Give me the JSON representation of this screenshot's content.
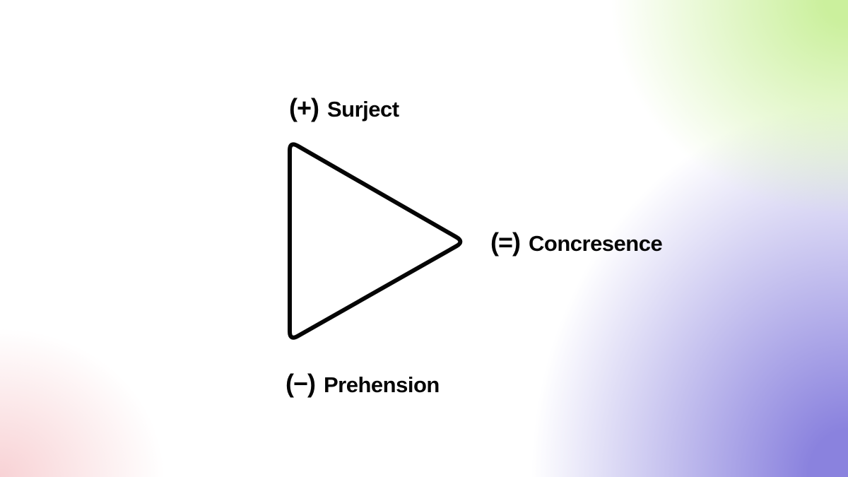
{
  "slide": {
    "background": {
      "base_color": "#ffffff",
      "corner_glows": {
        "top_right": "#cbf09d",
        "bottom_right": "#8a82de",
        "bottom_left": "#f8d2d5"
      }
    },
    "diagram": {
      "shape": "rounded-right-pointing-triangle",
      "stroke_color": "#050505",
      "nodes": [
        {
          "id": "top",
          "sign": "(+)",
          "label": "Surject"
        },
        {
          "id": "right",
          "sign": "(=)",
          "label": "Concresence"
        },
        {
          "id": "bottom",
          "sign": "(−)",
          "label": "Prehension"
        }
      ]
    }
  }
}
